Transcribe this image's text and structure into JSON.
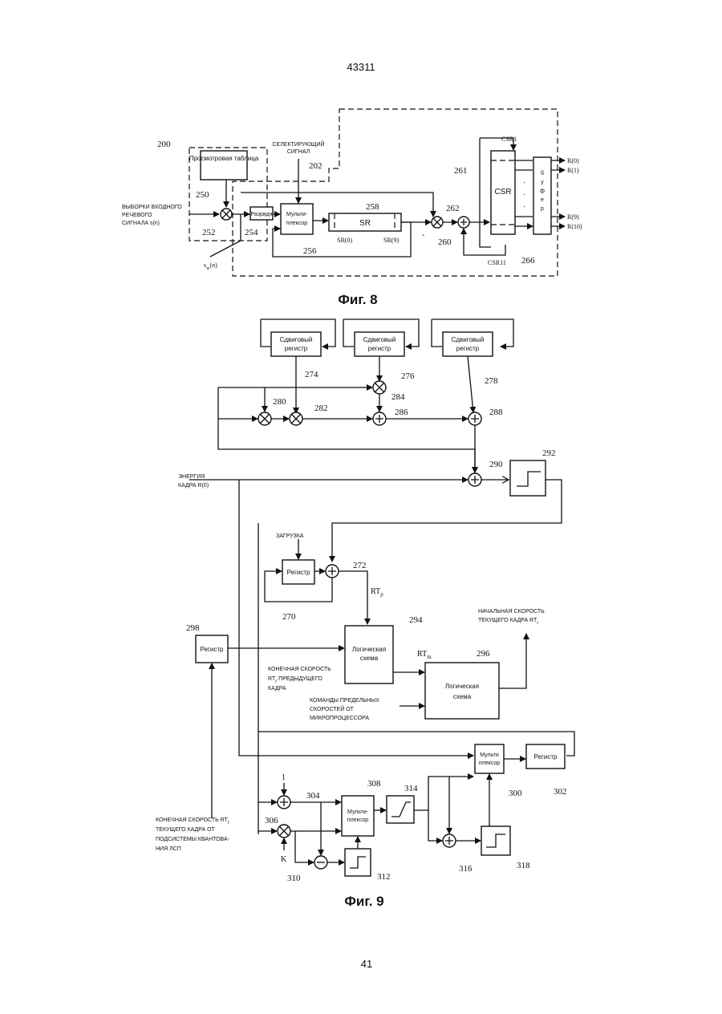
{
  "page": {
    "header_number": "43311",
    "footer_number": "41"
  },
  "fig8": {
    "caption": "Фиг. 8",
    "lookup_table": "Просмотровая таблица",
    "decimator": "Разрядн",
    "mux_line1": "Мульти-",
    "mux_line2": "плексор",
    "sr": "SR",
    "csr": "CSR",
    "csr1": "CSR1",
    "csr11": "CSR11",
    "sr0": "SR(0)",
    "sr9": "SR(9)",
    "buffer_letters": [
      "б",
      "у",
      "ф",
      "е",
      "р"
    ],
    "select_signal_line1": "СЕЛЕКТИРУЮЩИЙ",
    "select_signal_line2": "СИГНАЛ",
    "input_line1": "ВЫБОРКИ ВХОДНОГО",
    "input_line2": "РЕЧЕВОГО",
    "input_line3": "СИГНАЛА s(n)",
    "sw": "s",
    "sw_sub": "w",
    "sw_tail": "(n)",
    "minus": "-",
    "outputs": [
      "R(0)",
      "R(1)",
      "R(9)",
      "R(10)"
    ],
    "refs": {
      "r200": "200",
      "r202": "202",
      "r250": "250",
      "r252": "252",
      "r254": "254",
      "r256": "256",
      "r258": "258",
      "r260": "260",
      "r261": "261",
      "r262": "262",
      "r266": "266"
    }
  },
  "fig9": {
    "caption": "Фиг. 9",
    "shift_reg_line1": "Сдвиговый",
    "shift_reg_line2": "регистр",
    "register": "Регистр",
    "logic_line1": "Логическая",
    "logic_line2": "схема",
    "mux9_line1": "Мульти",
    "mux9_line2": "плексор",
    "mux308_line1": "Мульти-",
    "mux308_line2": "плексор",
    "energy_line1": "ЭНЕРГИЯ",
    "energy_line2": "КАДРА R(0)",
    "load": "ЗАГРУЗКА",
    "rtp": "RT",
    "rtp_sub": "p",
    "rtm": "RT",
    "rtm_sub": "m",
    "start_rate_line1": "НАЧАЛЬНАЯ СКОРОСТЬ",
    "start_rate_line2": "ТЕКУЩЕГО КАДРА RT",
    "start_rate_sub": "i",
    "prev_rate_line1": "КОНЕЧНАЯ СКОРОСТЬ",
    "prev_rate_line2": "RT",
    "prev_rate_sub": "r",
    "prev_rate_line2b": " ПРЕДЫДУЩЕГО",
    "prev_rate_line3": "КАДРА",
    "limit_line1": "КОМАНДЫ ПРЕДЕЛЬНЫХ",
    "limit_line2": "СКОРОСТЕЙ ОТ",
    "limit_line3": "МИКРОПРОЦЕССОРА",
    "final_line1": "КОНЕЧНАЯ СКОРОСТЬ RT",
    "final_sub": "r",
    "final_line2": "ТЕКУЩЕГО КАДРА ОТ",
    "final_line3": "ПОДСИСТЕМЫ КВАНТОВА-",
    "final_line4": "НИЯ ЛСП",
    "one": "1",
    "k": "K",
    "refs": {
      "r270": "270",
      "r272": "272",
      "r274": "274",
      "r276": "276",
      "r278": "278",
      "r280": "280",
      "r282": "282",
      "r284": "284",
      "r286": "286",
      "r288": "288",
      "r290": "290",
      "r292": "292",
      "r294": "294",
      "r296": "296",
      "r298": "298",
      "r300": "300",
      "r302": "302",
      "r304": "304",
      "r306": "306",
      "r308": "308",
      "r310": "310",
      "r312": "312",
      "r314": "314",
      "r316": "316",
      "r318": "318"
    }
  }
}
